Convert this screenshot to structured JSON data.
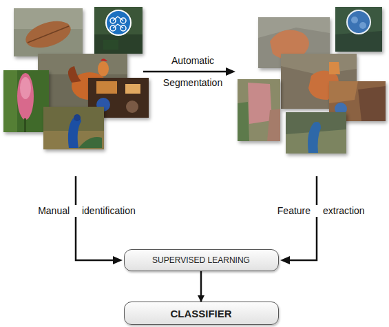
{
  "diagram": {
    "nodes": [
      {
        "text": [
          "SUPERVISED LEARNING"
        ]
      },
      {
        "text": [
          "CLASSIFIER"
        ]
      }
    ],
    "edges": [
      {
        "from": 0,
        "to": 1,
        "arrow": "to"
      }
    ],
    "labels": [
      "Automatic Segmentation",
      "Manual identification",
      "Feature extraction"
    ]
  }
}
